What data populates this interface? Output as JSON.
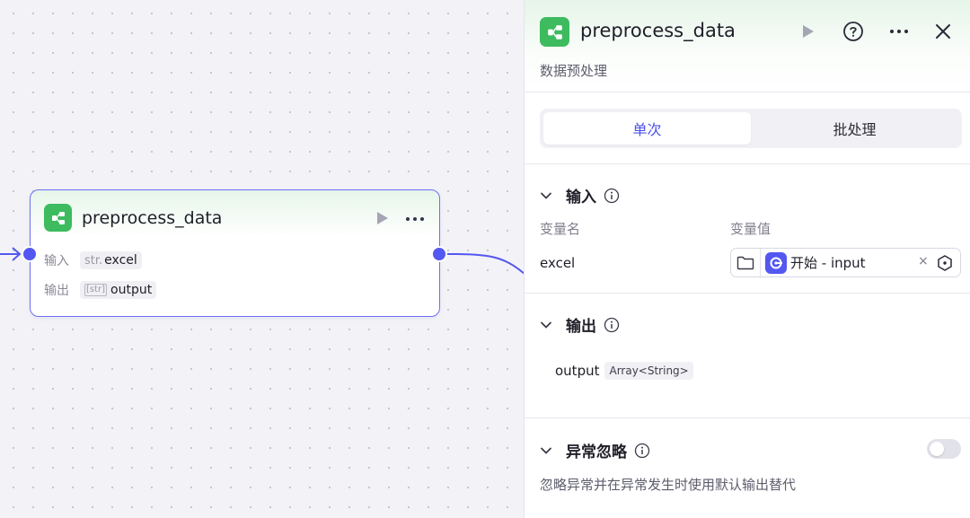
{
  "canvas": {
    "node": {
      "title": "preprocess_data",
      "input_label": "输入",
      "input_type": "str.",
      "input_name": "excel",
      "output_label": "输出",
      "output_type": "[str]",
      "output_name": "output"
    }
  },
  "panel": {
    "title": "preprocess_data",
    "subtitle": "数据预处理",
    "tabs": [
      {
        "label": "单次",
        "active": true
      },
      {
        "label": "批处理",
        "active": false
      }
    ],
    "input_section": {
      "title": "输入",
      "col_name": "变量名",
      "col_value": "变量值",
      "rows": [
        {
          "name": "excel",
          "ref": "开始 - input"
        }
      ]
    },
    "output_section": {
      "title": "输出",
      "name": "output",
      "type": "Array<String>"
    },
    "exception_section": {
      "title": "异常忽略",
      "description": "忽略异常并在异常发生时使用默认输出替代",
      "enabled": false
    }
  },
  "colors": {
    "accent": "#5457f0",
    "node_icon": "#3dbb5e"
  },
  "icons": [
    "workflow-icon",
    "play-icon",
    "more-icon",
    "help-icon",
    "close-icon",
    "chevron-down-icon",
    "info-icon",
    "folder-icon",
    "reference-icon",
    "variable-icon",
    "clear-icon"
  ]
}
